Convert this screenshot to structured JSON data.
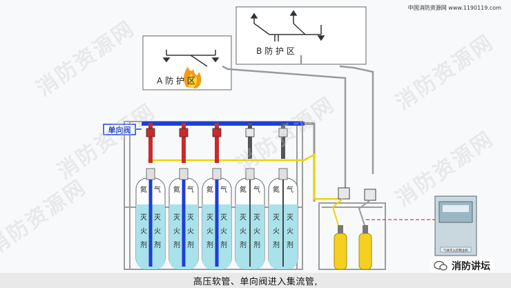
{
  "site_mark": "中国消防资源网 www.1190119.com",
  "zones": {
    "a_label": "A 防 护 区",
    "b_label": "B 防 护 区"
  },
  "check_valve_label": "单向阀",
  "cylinder": {
    "gas_top": "氮",
    "gas_top2": "气",
    "agent_col1": [
      "灭",
      "火",
      "剂"
    ],
    "agent_col2": [
      "灭",
      "火",
      "剂"
    ]
  },
  "control_panel_label": "气体灭火控制主机",
  "caption": "高压软管、单向阀进入集流管,",
  "brand": "消防讲坛",
  "watermark": "消防资源网",
  "colors": {
    "agent": "#a9e2ea",
    "valve_red": "#cc2a2a",
    "manifold_blue": "#1d3fd6",
    "pipe_yellow": "#f0d400",
    "pilot_yellow": "#f5d020",
    "frame": "#8a8a8a"
  }
}
